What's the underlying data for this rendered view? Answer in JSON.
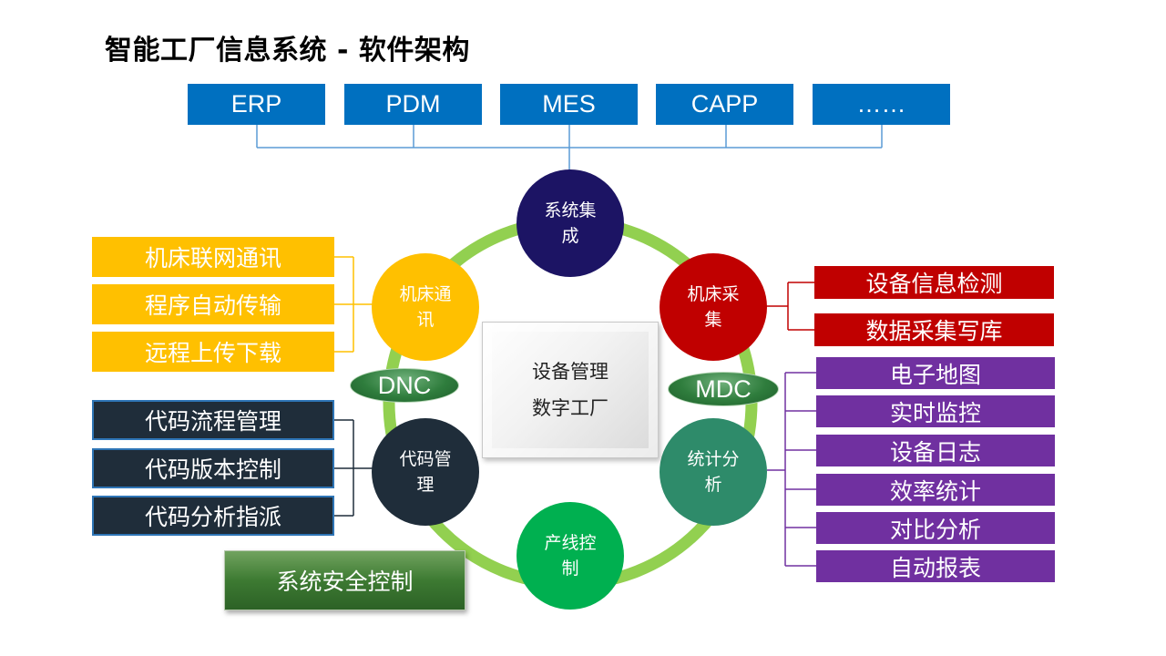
{
  "title": "智能工厂信息系统 - 软件架构",
  "top_systems": [
    "ERP",
    "PDM",
    "MES",
    "CAPP",
    "……"
  ],
  "nodes": {
    "integration": "系统集成",
    "machine_comm": "机床通讯",
    "machine_collect": "机床采集",
    "code_mgmt": "代码管理",
    "statistics": "统计分析",
    "line_control": "产线控制"
  },
  "center": {
    "line1": "设备管理",
    "line2": "数字工厂"
  },
  "labels": {
    "dnc": "DNC",
    "mdc": "MDC"
  },
  "dnc_items": [
    "机床联网通讯",
    "程序自动传输",
    "远程上传下载"
  ],
  "code_items": [
    "代码流程管理",
    "代码版本控制",
    "代码分析指派"
  ],
  "collect_items": [
    "设备信息检测",
    "数据采集写库"
  ],
  "stat_items": [
    "电子地图",
    "实时监控",
    "设备日志",
    "效率统计",
    "对比分析",
    "自动报表"
  ],
  "security": "系统安全控制",
  "colors": {
    "system_blue": "#0070c0",
    "ring_green": "#92d050",
    "yellow": "#ffc000",
    "navy": "#1f2d3a",
    "red": "#c00000",
    "purple": "#7030a0",
    "dark_blue": "#1c1464",
    "teal": "#2e8b6a",
    "green": "#00b050"
  }
}
